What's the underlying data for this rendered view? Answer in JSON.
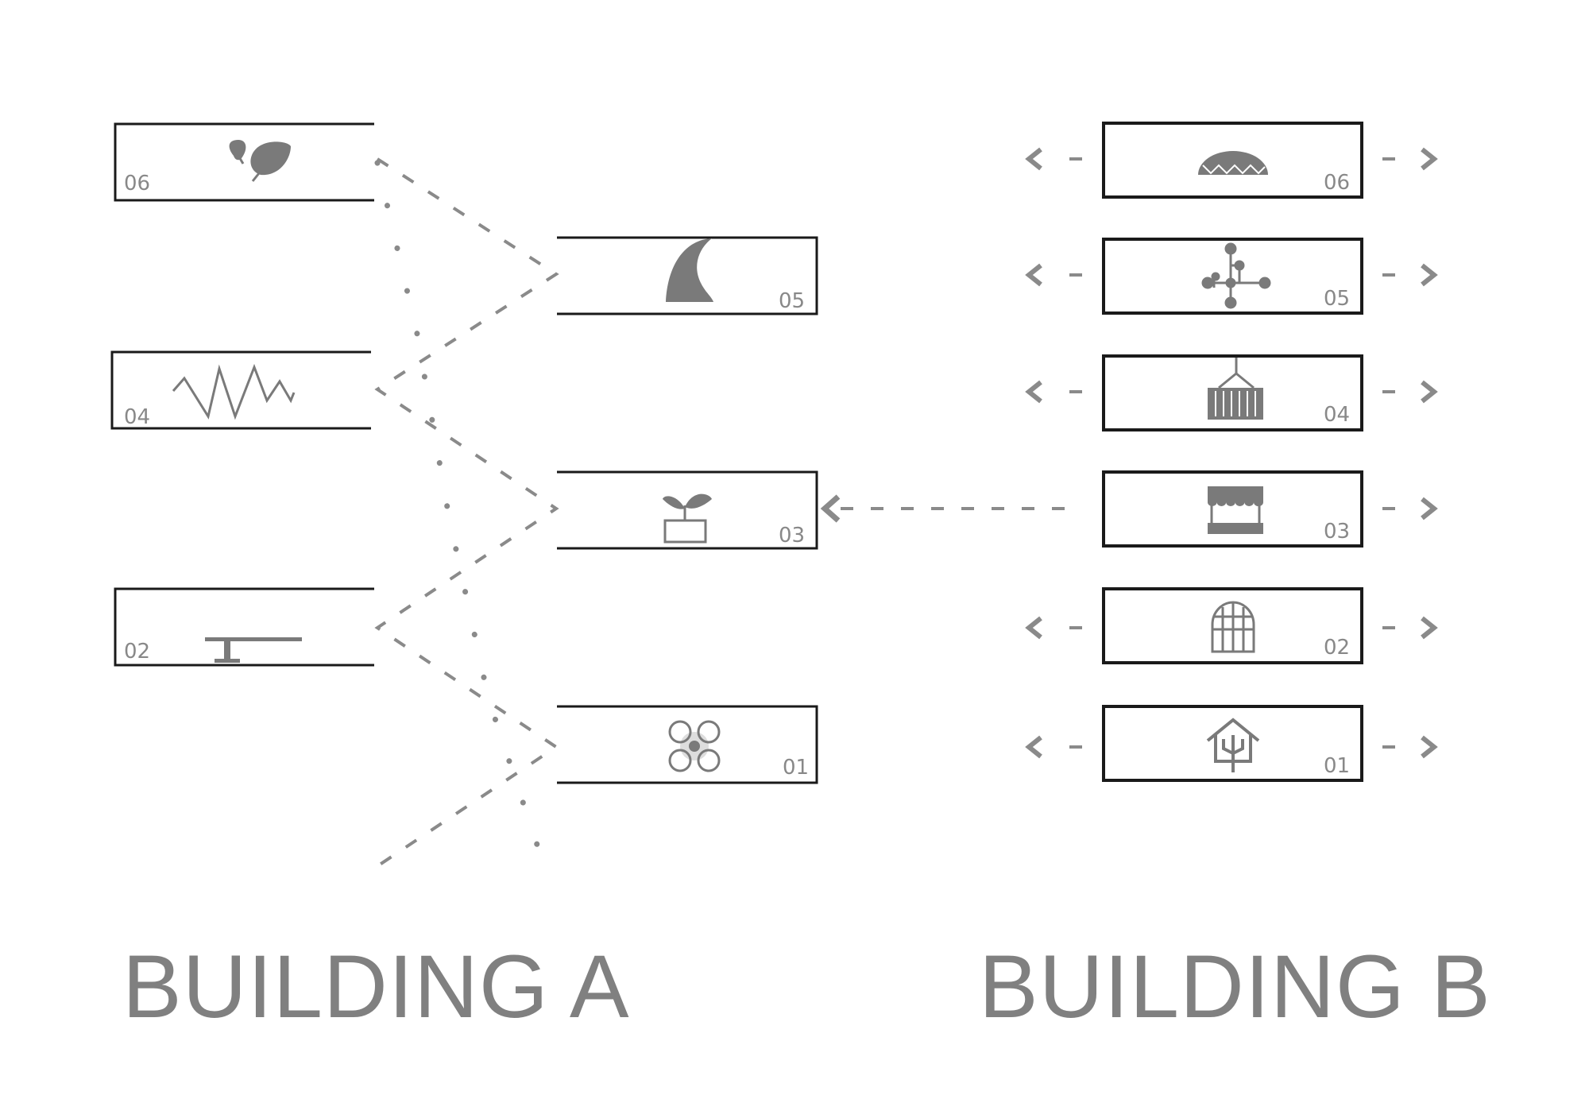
{
  "colors": {
    "box_stroke": "#1a1a1a",
    "icon": "#7a7a7a",
    "connector": "#8a8a8a",
    "text": "#888888"
  },
  "building_a": {
    "title": "BUILDING A",
    "floors": [
      {
        "number": "06",
        "icon": "leaf-icon"
      },
      {
        "number": "05",
        "icon": "wave-icon"
      },
      {
        "number": "04",
        "icon": "zigzag-icon"
      },
      {
        "number": "03",
        "icon": "seedling-pot-icon"
      },
      {
        "number": "02",
        "icon": "table-icon"
      },
      {
        "number": "01",
        "icon": "drone-icon"
      }
    ]
  },
  "building_b": {
    "title": "BUILDING B",
    "floors": [
      {
        "number": "06",
        "icon": "dome-icon"
      },
      {
        "number": "05",
        "icon": "network-icon"
      },
      {
        "number": "04",
        "icon": "container-crane-icon"
      },
      {
        "number": "03",
        "icon": "market-stall-icon"
      },
      {
        "number": "02",
        "icon": "greenhouse-arch-icon"
      },
      {
        "number": "01",
        "icon": "house-tree-icon"
      }
    ]
  }
}
